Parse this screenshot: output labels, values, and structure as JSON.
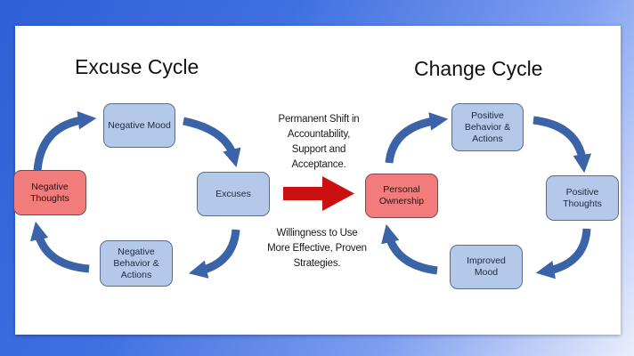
{
  "excuse_cycle": {
    "title": "Excuse Cycle",
    "nodes": {
      "negative_mood": "Negative Mood",
      "excuses": "Excuses",
      "negative_behavior": "Negative Behavior & Actions",
      "negative_thoughts": "Negative Thoughts"
    }
  },
  "change_cycle": {
    "title": "Change Cycle",
    "nodes": {
      "positive_behavior": "Positive Behavior & Actions",
      "positive_thoughts": "Positive Thoughts",
      "improved_mood": "Improved Mood",
      "personal_ownership": "Personal Ownership"
    }
  },
  "transition": {
    "top_text": "Permanent Shift in Accountability, Support and Acceptance.",
    "bottom_text": "Willingness to Use More Effective, Proven Strategies."
  },
  "colors": {
    "node_blue": "#b4c8ea",
    "node_red": "#f27c7c",
    "cycle_arrow": "#3b63a8",
    "transition_arrow": "#cc1010"
  }
}
